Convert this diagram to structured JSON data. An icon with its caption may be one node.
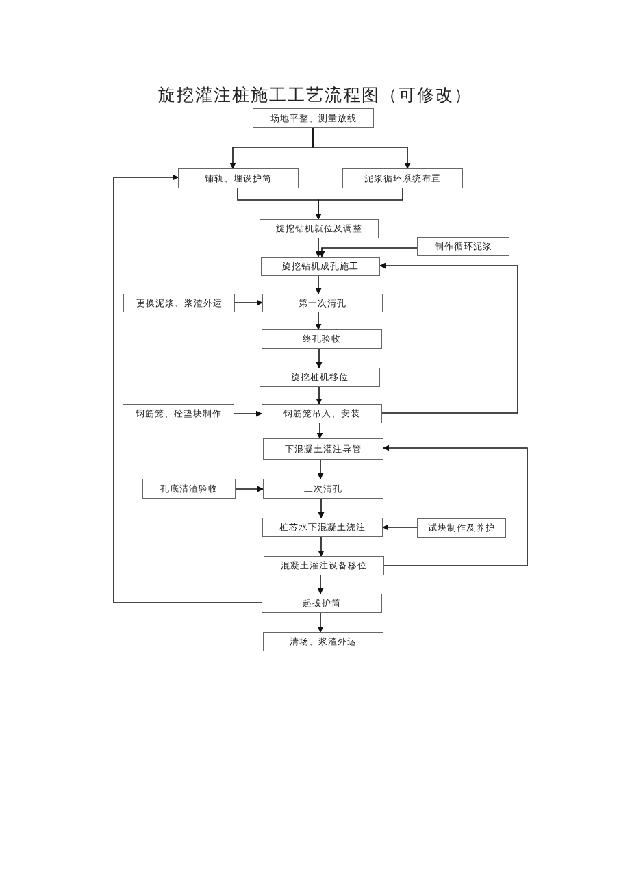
{
  "diagram": {
    "title": "旋挖灌注桩施工工艺流程图（可修改）",
    "nodes": [
      {
        "text": [
          "场地平整、测量放线"
        ]
      },
      {
        "text": [
          "铺轨、埋设护筒"
        ]
      },
      {
        "text": [
          "泥浆循环系统布置"
        ]
      },
      {
        "text": [
          "旋挖钻机就位及调整"
        ]
      },
      {
        "text": [
          "制作循环泥浆"
        ]
      },
      {
        "text": [
          "旋挖钻机成孔施工"
        ]
      },
      {
        "text": [
          "更换泥浆、浆渣外运"
        ]
      },
      {
        "text": [
          "第一次清孔"
        ]
      },
      {
        "text": [
          "终孔验收"
        ]
      },
      {
        "text": [
          "旋挖桩机移位"
        ]
      },
      {
        "text": [
          "钢筋笼、砼垫块制作"
        ]
      },
      {
        "text": [
          "钢筋笼吊入、安装"
        ]
      },
      {
        "text": [
          "下混凝土灌注导管"
        ]
      },
      {
        "text": [
          "孔底清渣验收"
        ]
      },
      {
        "text": [
          "二次清孔"
        ]
      },
      {
        "text": [
          "桩芯水下混凝土浇注"
        ]
      },
      {
        "text": [
          "试块制作及养护"
        ]
      },
      {
        "text": [
          "混凝土灌注设备移位"
        ]
      },
      {
        "text": [
          "起拔护筒"
        ]
      },
      {
        "text": [
          "清场、浆渣外运"
        ]
      }
    ],
    "edges": [
      {
        "from": 0,
        "to": 1,
        "arrow": "to"
      },
      {
        "from": 0,
        "to": 2,
        "arrow": "to"
      },
      {
        "from": 1,
        "to": 3,
        "arrow": "to"
      },
      {
        "from": 2,
        "to": 3,
        "arrow": "to"
      },
      {
        "from": 3,
        "to": 5,
        "arrow": "to"
      },
      {
        "from": 4,
        "to": 5,
        "arrow": "to"
      },
      {
        "from": 5,
        "to": 7,
        "arrow": "to"
      },
      {
        "from": 6,
        "to": 7,
        "arrow": "to"
      },
      {
        "from": 7,
        "to": 8,
        "arrow": "to"
      },
      {
        "from": 8,
        "to": 9,
        "arrow": "to"
      },
      {
        "from": 9,
        "to": 11,
        "arrow": "to"
      },
      {
        "from": 10,
        "to": 11,
        "arrow": "to"
      },
      {
        "from": 11,
        "to": 5,
        "arrow": "to"
      },
      {
        "from": 11,
        "to": 12,
        "arrow": "to"
      },
      {
        "from": 12,
        "to": 14,
        "arrow": "to"
      },
      {
        "from": 13,
        "to": 14,
        "arrow": "to"
      },
      {
        "from": 14,
        "to": 15,
        "arrow": "to"
      },
      {
        "from": 16,
        "to": 15,
        "arrow": "to"
      },
      {
        "from": 15,
        "to": 17,
        "arrow": "to"
      },
      {
        "from": 17,
        "to": 12,
        "arrow": "to"
      },
      {
        "from": 17,
        "to": 18,
        "arrow": "to"
      },
      {
        "from": 18,
        "to": 19,
        "arrow": "to"
      },
      {
        "from": 18,
        "to": 1,
        "arrow": "to"
      }
    ]
  }
}
